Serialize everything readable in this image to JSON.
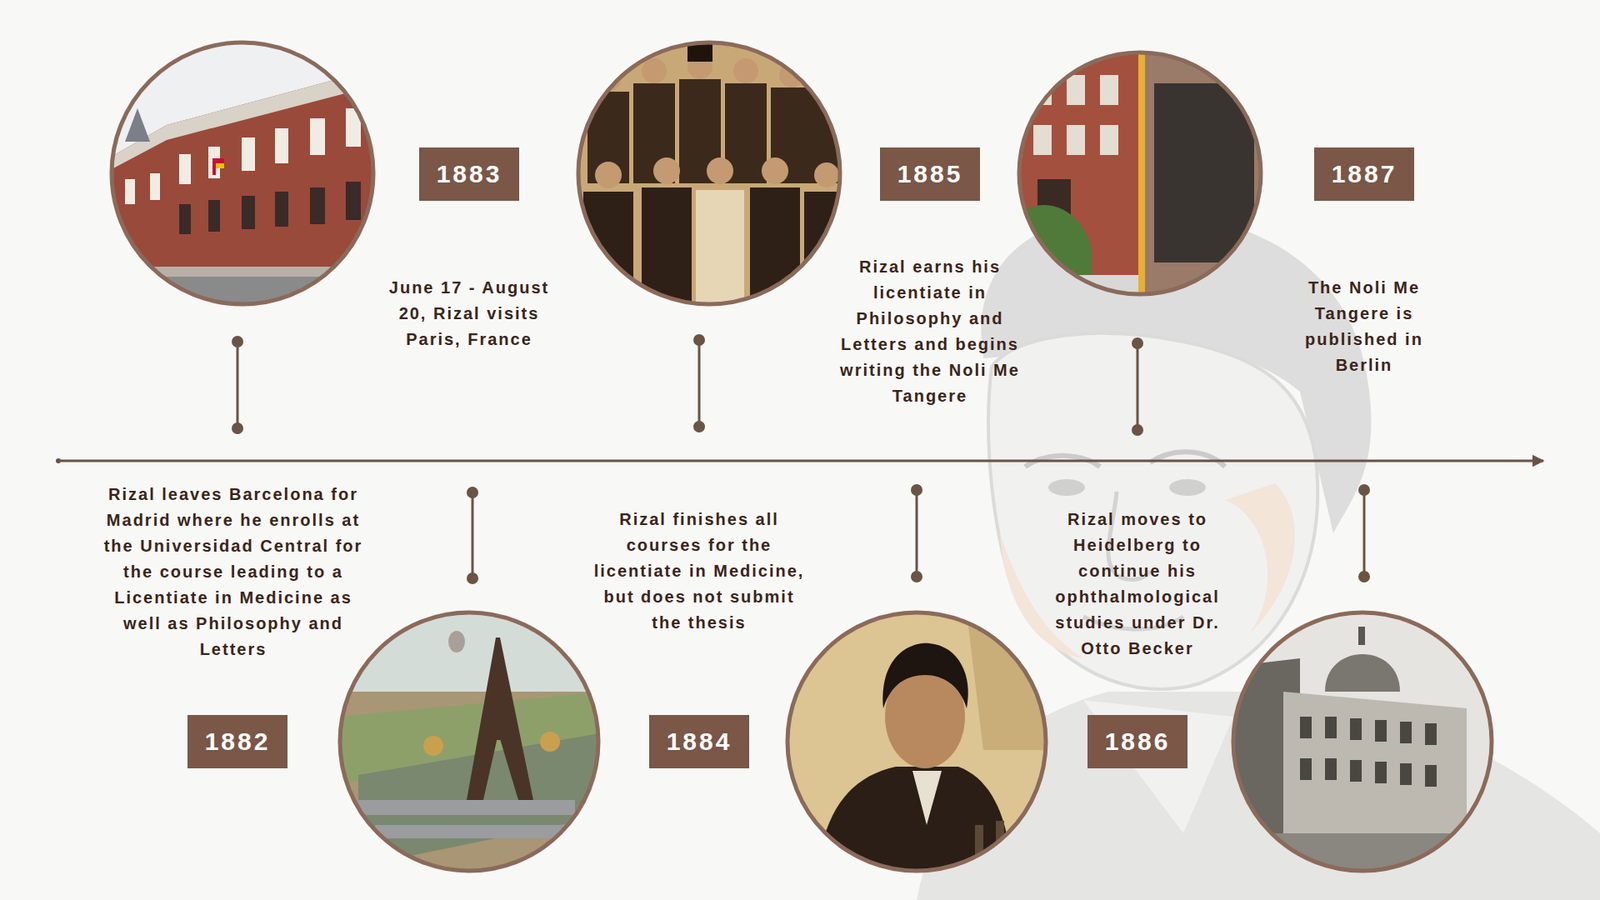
{
  "diagram": {
    "nodes": [
      {
        "text": [
          "1882"
        ]
      },
      {
        "text": [
          "1883"
        ]
      },
      {
        "text": [
          "1884"
        ]
      },
      {
        "text": [
          "1885"
        ]
      },
      {
        "text": [
          "1886"
        ]
      },
      {
        "text": [
          "1887"
        ]
      }
    ],
    "labels": [
      "Rizal leaves Barcelona for Madrid where he enrolls at the Universidad Central for the course leading to a Licentiate in Medicine as well as Philosophy and Letters",
      "June 17 - August 20, Rizal visits Paris, France",
      "Rizal finishes all courses for the licentiate in Medicine, but does not submit the thesis",
      "Rizal earns his licentiate in Philosophy and Letters and begins writing the Noli Me Tangere",
      "Rizal moves to Heidelberg to continue his ophthalmological studies under Dr. Otto Becker",
      "The Noli Me Tangere is published in Berlin"
    ]
  }
}
